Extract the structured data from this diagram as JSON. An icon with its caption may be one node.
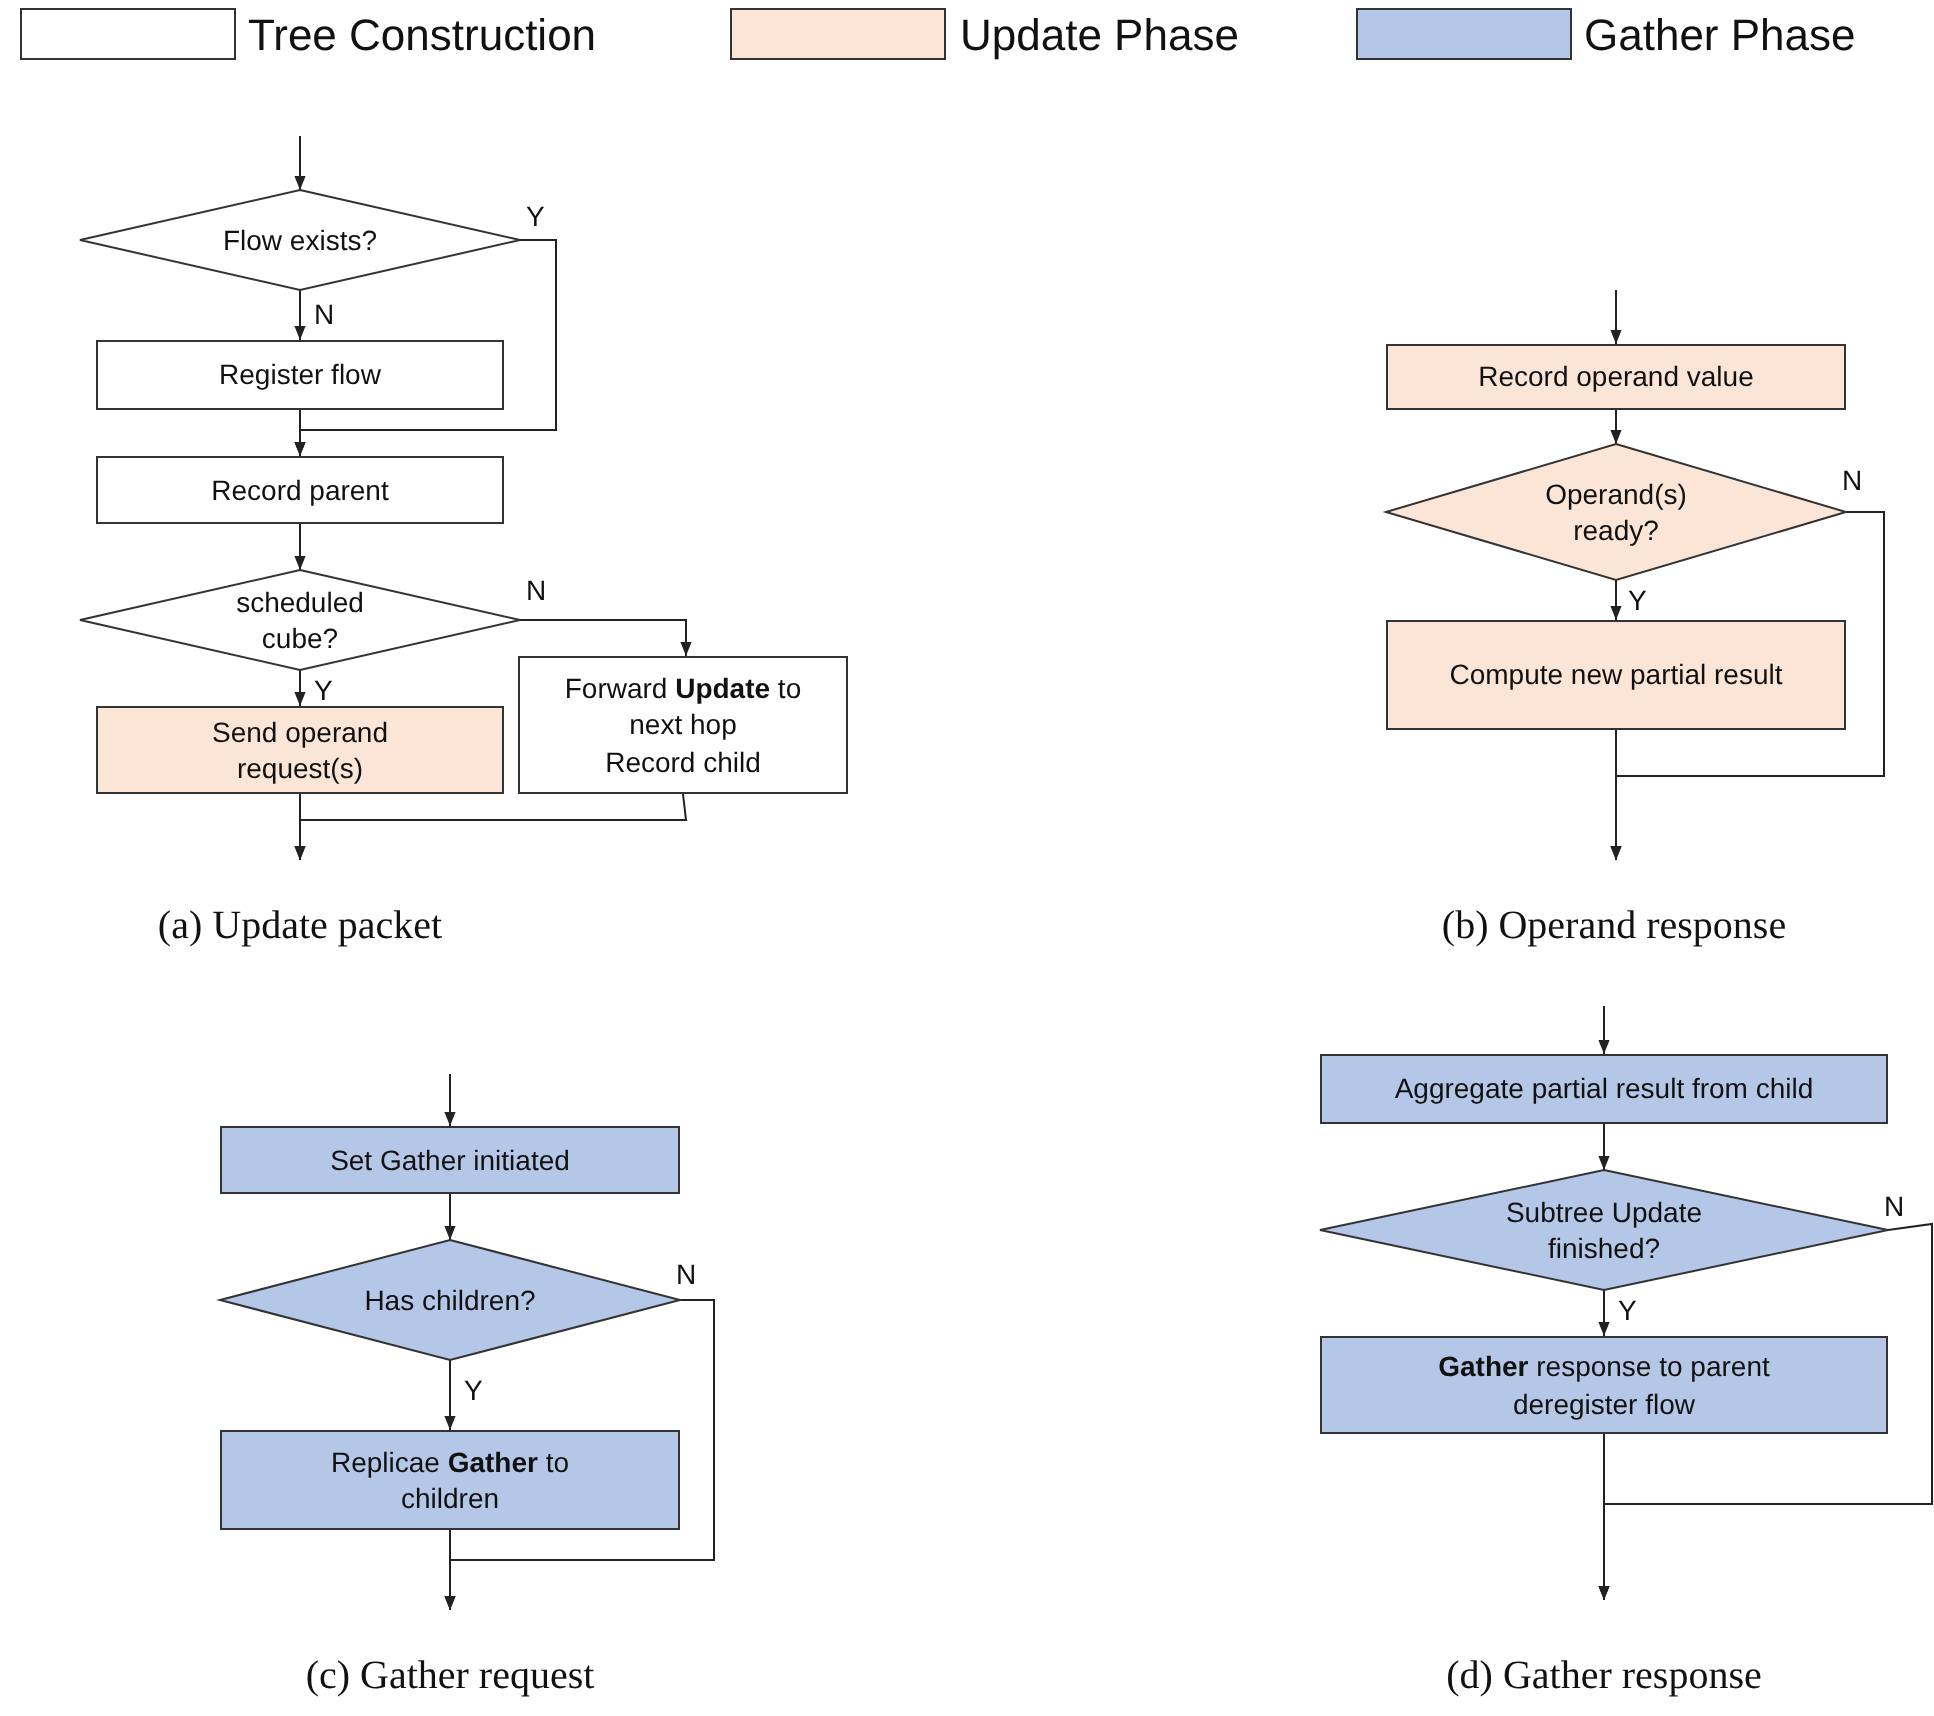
{
  "diagram": {
    "nodes": [
      {
        "text": [
          "Flow exists?"
        ]
      },
      {
        "text": [
          "Register flow"
        ]
      },
      {
        "text": [
          "Record parent"
        ]
      },
      {
        "text": [
          "scheduled cube?"
        ]
      },
      {
        "text": [
          "Send operand request(s)"
        ]
      },
      {
        "text": [
          "Forward **Update** to next hop",
          "Record child"
        ]
      },
      {
        "text": [
          "Record operand value"
        ]
      },
      {
        "text": [
          "Operand(s) ready?"
        ]
      },
      {
        "text": [
          "Compute new partial result"
        ]
      },
      {
        "text": [
          "Set Gather initiated"
        ]
      },
      {
        "text": [
          "Has children?"
        ]
      },
      {
        "text": [
          "Replicae **Gather** to children"
        ]
      },
      {
        "text": [
          "Aggregate partial result from child"
        ]
      },
      {
        "text": [
          "Subtree Update finished?"
        ]
      },
      {
        "text": [
          "**Gather** response to parent",
          "deregister flow"
        ]
      }
    ],
    "edges": [
      {
        "from": null,
        "to": 0,
        "arrow": "to"
      },
      {
        "from": 0,
        "to": 1,
        "arrow": "to",
        "label": "N"
      },
      {
        "from": 0,
        "to": 2,
        "arrow": "to",
        "label": "Y"
      },
      {
        "from": 1,
        "to": 2,
        "arrow": "to"
      },
      {
        "from": 2,
        "to": 3,
        "arrow": "to"
      },
      {
        "from": 3,
        "to": 4,
        "arrow": "to",
        "label": "Y"
      },
      {
        "from": 3,
        "to": 5,
        "arrow": "to",
        "label": "N"
      },
      {
        "from": 4,
        "to": null,
        "arrow": "to"
      },
      {
        "from": 5,
        "to": null,
        "arrow": "to"
      },
      {
        "from": null,
        "to": 6,
        "arrow": "to"
      },
      {
        "from": 6,
        "to": 7,
        "arrow": "to"
      },
      {
        "from": 7,
        "to": 8,
        "arrow": "to",
        "label": "Y"
      },
      {
        "from": 7,
        "to": null,
        "arrow": "to",
        "label": "N"
      },
      {
        "from": 8,
        "to": null,
        "arrow": "to"
      },
      {
        "from": null,
        "to": 9,
        "arrow": "to"
      },
      {
        "from": 9,
        "to": 10,
        "arrow": "to"
      },
      {
        "from": 10,
        "to": 11,
        "arrow": "to",
        "label": "Y"
      },
      {
        "from": 10,
        "to": null,
        "arrow": "to",
        "label": "N"
      },
      {
        "from": 11,
        "to": null,
        "arrow": "to"
      },
      {
        "from": null,
        "to": 12,
        "arrow": "to"
      },
      {
        "from": 12,
        "to": 13,
        "arrow": "to"
      },
      {
        "from": 13,
        "to": 14,
        "arrow": "to",
        "label": "Y"
      },
      {
        "from": 13,
        "to": null,
        "arrow": "to",
        "label": "N"
      },
      {
        "from": 14,
        "to": null,
        "arrow": "to"
      }
    ],
    "labels": [
      "(a) Update packet",
      "(b) Operand response",
      "(c) Gather request",
      "(d) Gather response"
    ],
    "legend": [
      {
        "text": "Tree Construction",
        "color": "#ffffff"
      },
      {
        "text": "Update Phase",
        "color": "#fbe5d6"
      },
      {
        "text": "Gather Phase",
        "color": "#b4c7e7"
      }
    ]
  }
}
